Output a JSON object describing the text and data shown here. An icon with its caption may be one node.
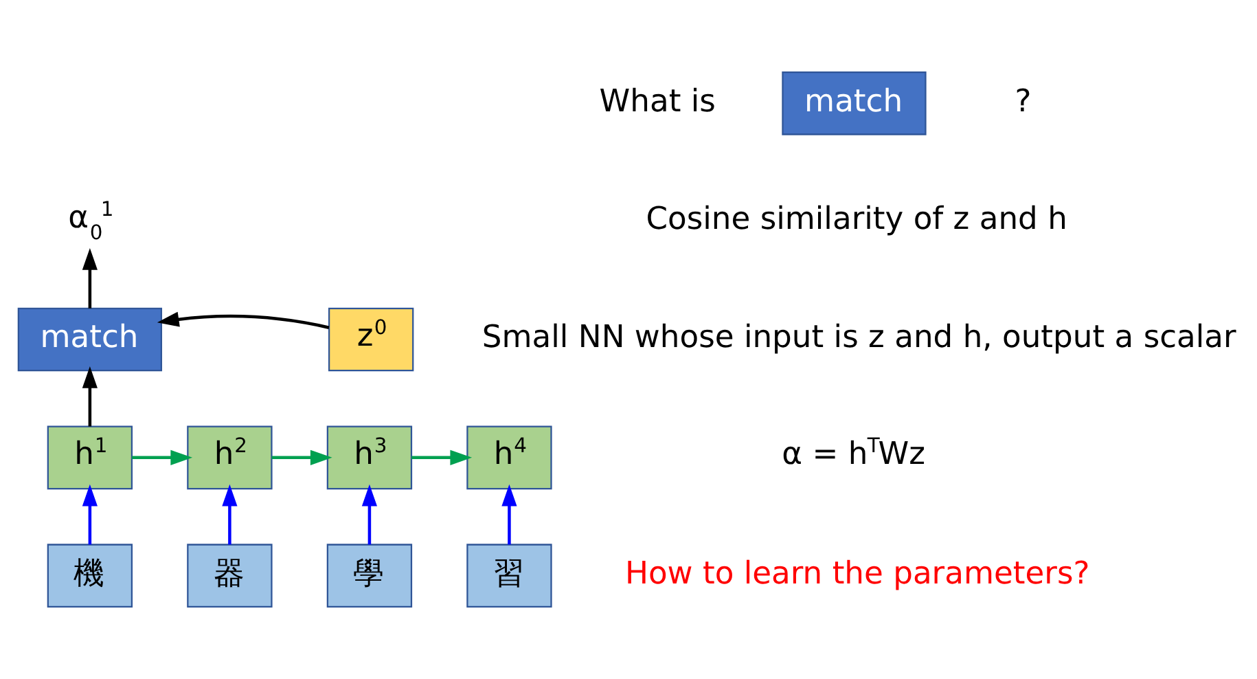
{
  "diagram": {
    "nodes": [
      {
        "text": [
          "α$_{0}$$^{1}$"
        ]
      },
      {
        "text": [
          "match"
        ]
      },
      {
        "text": [
          "z$^{0}$"
        ]
      },
      {
        "text": [
          "h$^{1}$"
        ]
      },
      {
        "text": [
          "h$^{2}$"
        ]
      },
      {
        "text": [
          "h$^{3}$"
        ]
      },
      {
        "text": [
          "h$^{4}$"
        ]
      },
      {
        "text": [
          "機"
        ]
      },
      {
        "text": [
          "器"
        ]
      },
      {
        "text": [
          "學"
        ]
      },
      {
        "text": [
          "習"
        ]
      },
      {
        "text": [
          "match"
        ]
      }
    ],
    "edges": [
      {
        "from": 1,
        "to": 0,
        "arrow": "to",
        "color": "#000000"
      },
      {
        "from": 2,
        "to": 1,
        "arrow": "to",
        "color": "#000000"
      },
      {
        "from": 3,
        "to": 1,
        "arrow": "to",
        "color": "#000000"
      },
      {
        "from": 3,
        "to": 4,
        "arrow": "to",
        "color": "#00a050"
      },
      {
        "from": 4,
        "to": 5,
        "arrow": "to",
        "color": "#00a050"
      },
      {
        "from": 5,
        "to": 6,
        "arrow": "to",
        "color": "#00a050"
      },
      {
        "from": 7,
        "to": 3,
        "arrow": "to",
        "color": "#0000ff"
      },
      {
        "from": 8,
        "to": 4,
        "arrow": "to",
        "color": "#0000ff"
      },
      {
        "from": 9,
        "to": 5,
        "arrow": "to",
        "color": "#0000ff"
      },
      {
        "from": 10,
        "to": 6,
        "arrow": "to",
        "color": "#0000ff"
      }
    ],
    "labels": [
      "What is",
      "?",
      "Cosine similarity of z and h",
      "Small NN whose input is z and h, output a scalar",
      "α = h$^{T}$Wz",
      "How to learn the parameters?"
    ]
  }
}
